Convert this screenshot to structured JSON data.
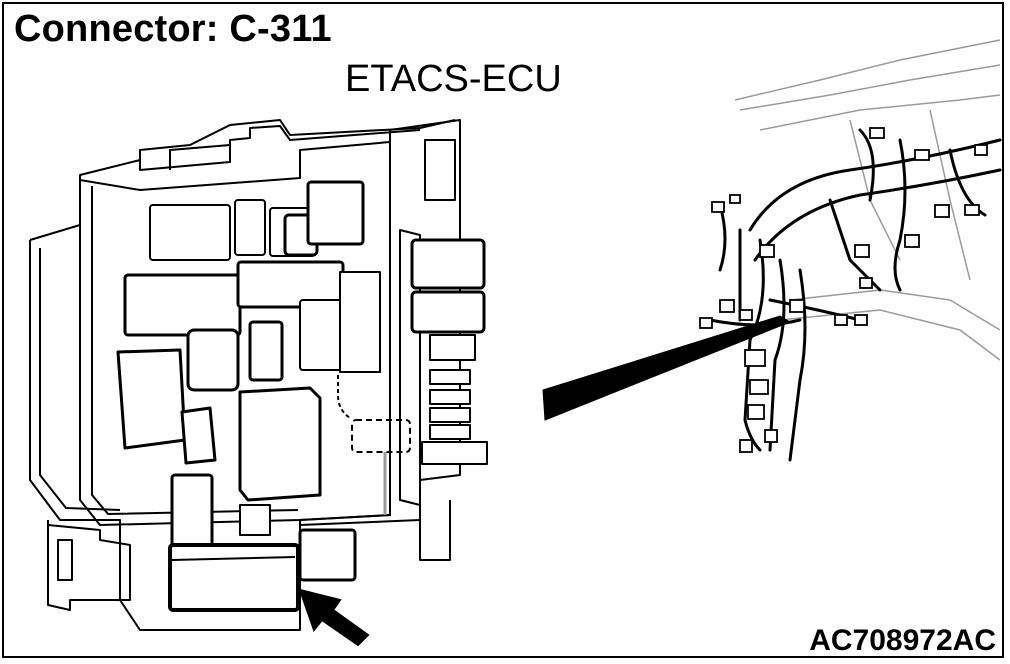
{
  "title": "Connector: C-311",
  "component": "ETACS-ECU",
  "figure_code": "AC708972AC",
  "colors": {
    "line": "#000000",
    "light_line": "#9a9a9a",
    "fill": "#ffffff",
    "shade": "#d8d8d8"
  }
}
